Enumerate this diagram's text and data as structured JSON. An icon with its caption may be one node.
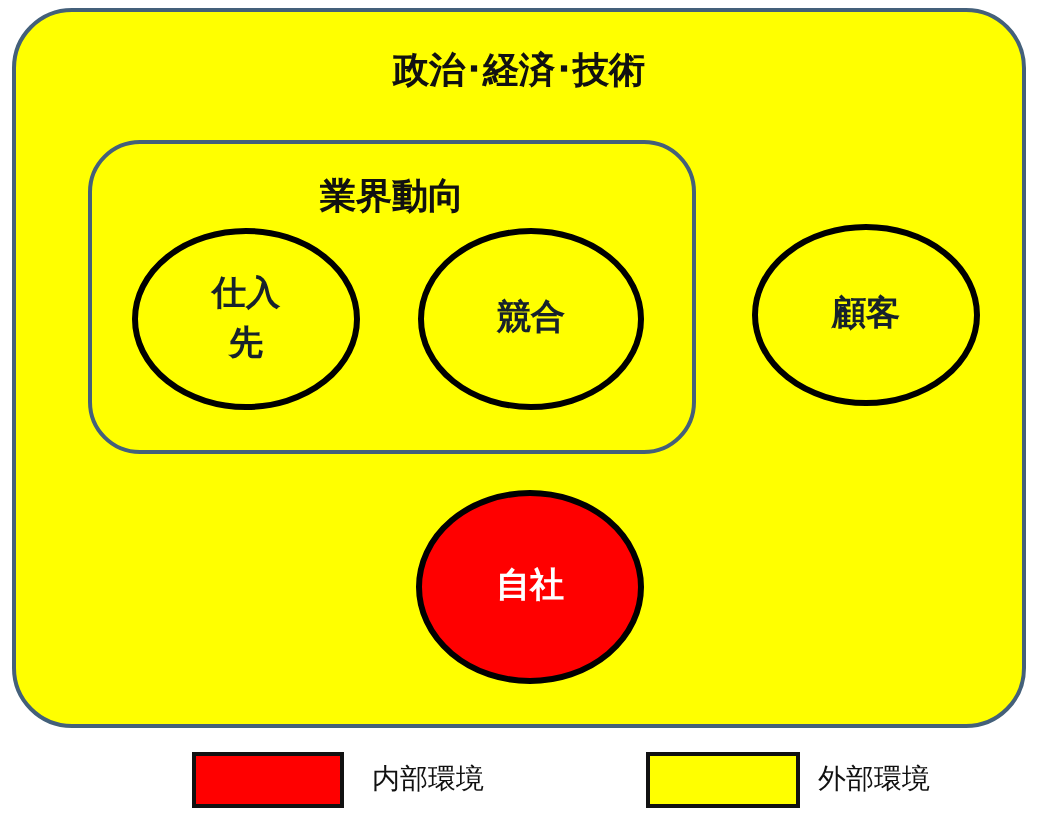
{
  "diagram": {
    "nodes": [
      {
        "text": [
          "政治･経済･技術"
        ]
      },
      {
        "text": [
          "業界動向"
        ],
        "in": 0
      },
      {
        "text": [
          "仕入先"
        ],
        "in": 1
      },
      {
        "text": [
          "競合"
        ],
        "in": 1
      },
      {
        "text": [
          "顧客"
        ],
        "in": 0
      },
      {
        "text": [
          "自社"
        ],
        "in": 0
      }
    ],
    "legend": [
      {
        "text": "内部環境",
        "color": "#ff0000"
      },
      {
        "text": "外部環境",
        "color": "#ffff00"
      }
    ]
  }
}
